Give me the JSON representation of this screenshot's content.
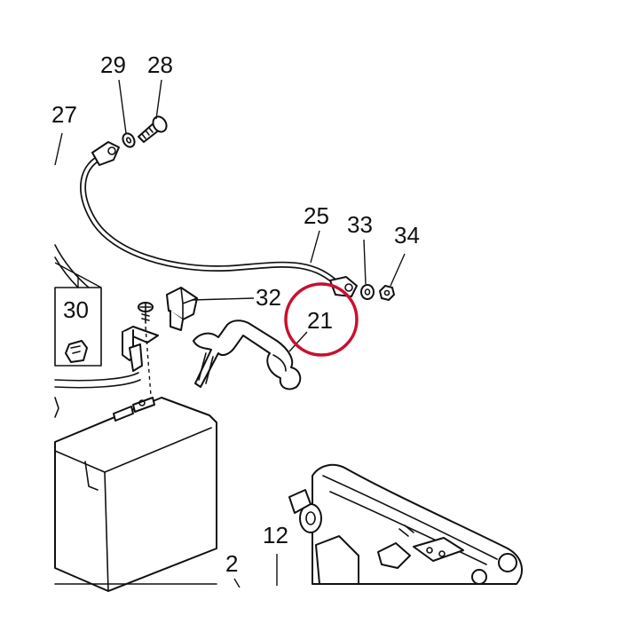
{
  "callouts": {
    "p29": "29",
    "p28": "28",
    "p27": "27",
    "p25": "25",
    "p33": "33",
    "p34": "34",
    "p30": "30",
    "p32": "32",
    "p21": "21",
    "p12": "12",
    "p2": "2"
  },
  "colors": {
    "line": "#111111",
    "highlight": "#c8102e",
    "background": "#ffffff"
  }
}
